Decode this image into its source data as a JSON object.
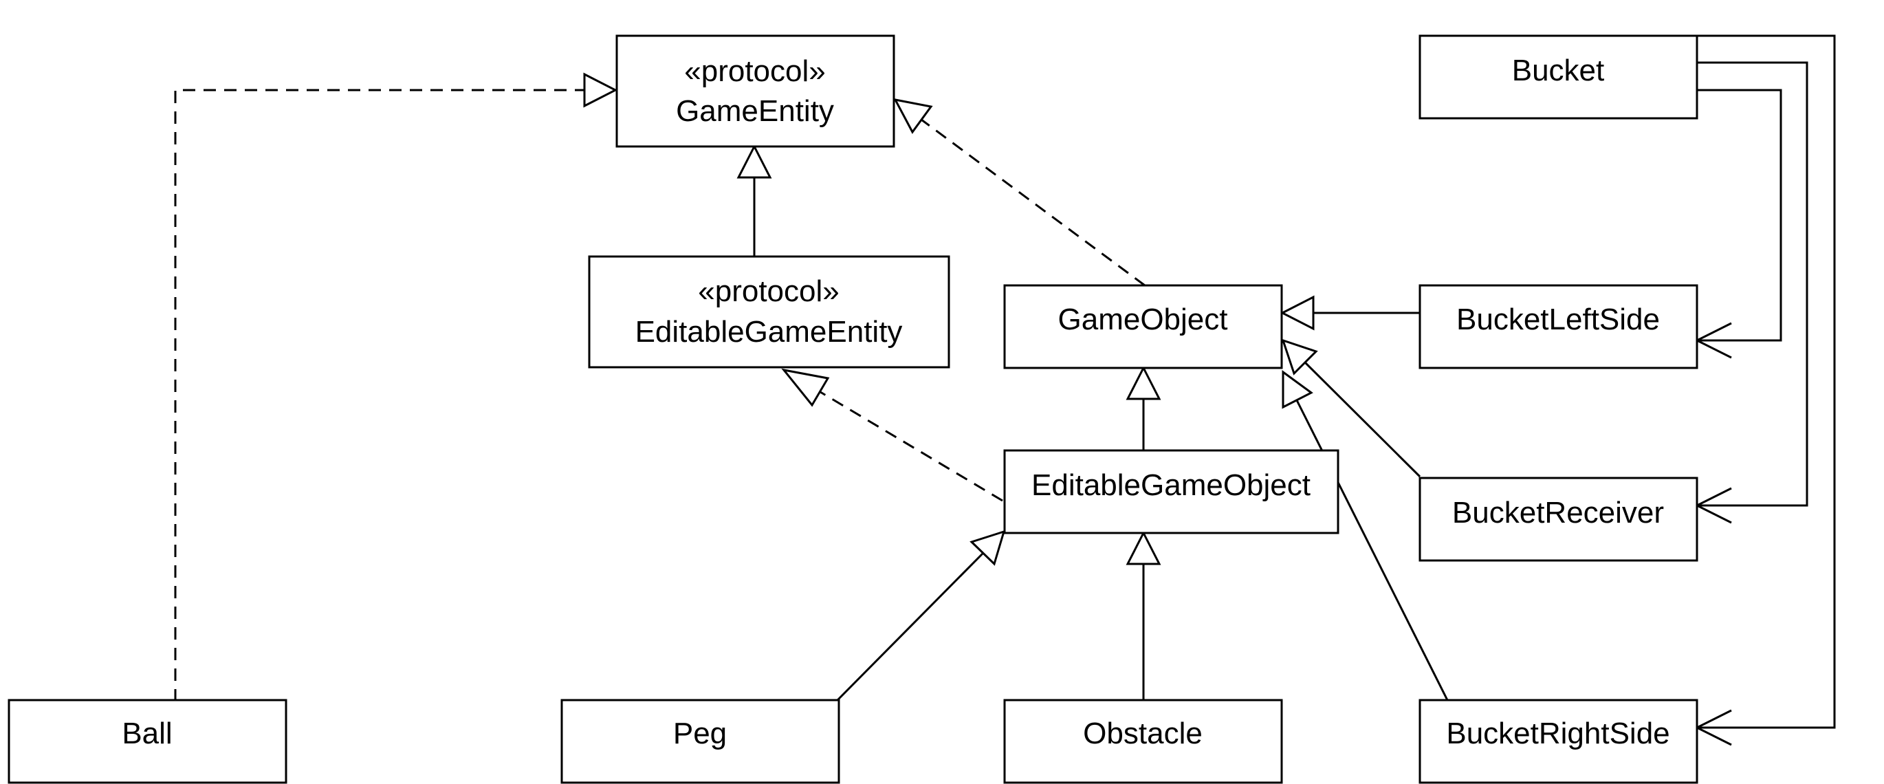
{
  "diagram": {
    "classes": {
      "game_entity": {
        "stereotype": "«protocol»",
        "name": "GameEntity"
      },
      "editable_game_entity": {
        "stereotype": "«protocol»",
        "name": "EditableGameEntity"
      },
      "game_object": {
        "name": "GameObject"
      },
      "editable_game_object": {
        "name": "EditableGameObject"
      },
      "bucket": {
        "name": "Bucket"
      },
      "bucket_left_side": {
        "name": "BucketLeftSide"
      },
      "bucket_receiver": {
        "name": "BucketReceiver"
      },
      "bucket_right_side": {
        "name": "BucketRightSide"
      },
      "ball": {
        "name": "Ball"
      },
      "peg": {
        "name": "Peg"
      },
      "obstacle": {
        "name": "Obstacle"
      }
    },
    "relationships": [
      {
        "from": "Ball",
        "to": "GameEntity",
        "kind": "realization"
      },
      {
        "from": "EditableGameEntity",
        "to": "GameEntity",
        "kind": "generalization"
      },
      {
        "from": "GameObject",
        "to": "GameEntity",
        "kind": "realization"
      },
      {
        "from": "EditableGameObject",
        "to": "GameObject",
        "kind": "generalization"
      },
      {
        "from": "EditableGameObject",
        "to": "EditableGameEntity",
        "kind": "realization"
      },
      {
        "from": "Peg",
        "to": "EditableGameObject",
        "kind": "generalization"
      },
      {
        "from": "Obstacle",
        "to": "EditableGameObject",
        "kind": "generalization"
      },
      {
        "from": "BucketLeftSide",
        "to": "GameObject",
        "kind": "generalization"
      },
      {
        "from": "BucketReceiver",
        "to": "GameObject",
        "kind": "generalization"
      },
      {
        "from": "BucketRightSide",
        "to": "GameObject",
        "kind": "generalization"
      },
      {
        "from": "Bucket",
        "to": "BucketLeftSide",
        "kind": "association"
      },
      {
        "from": "Bucket",
        "to": "BucketReceiver",
        "kind": "association"
      },
      {
        "from": "Bucket",
        "to": "BucketRightSide",
        "kind": "association"
      }
    ]
  }
}
